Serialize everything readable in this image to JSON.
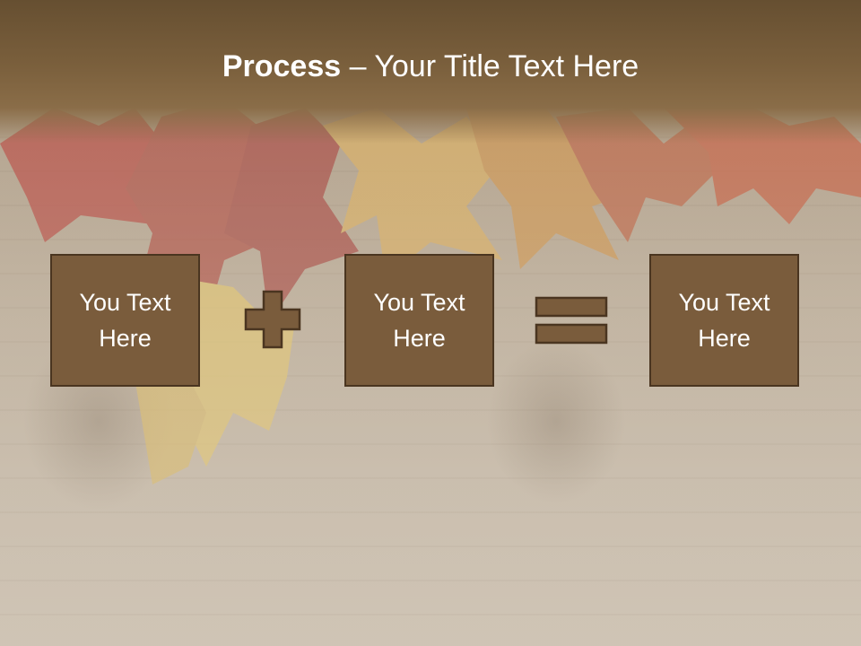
{
  "slide": {
    "title_bold": "Process",
    "title_rest": " – Your Title Text Here"
  },
  "process": {
    "box1": "You Text Here",
    "operator1": "plus",
    "box2": "You Text Here",
    "operator2": "equals",
    "box3": "You Text Here"
  },
  "colors": {
    "title_band": "#7a5f3c",
    "box_fill": "#7a5c3c",
    "box_border": "#4a3520",
    "title_text": "#ffffff"
  },
  "icons": [
    "plus-icon",
    "equals-icon"
  ]
}
